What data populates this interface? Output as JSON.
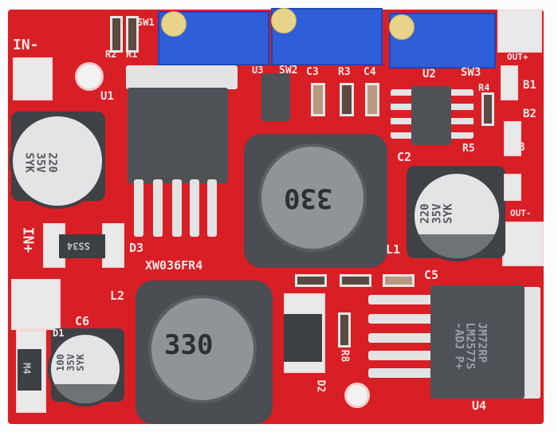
{
  "image": {
    "subject": "DC-DC buck-boost converter PCB module",
    "board_color": "#d81f25",
    "silkscreen_color": "#f6e6e6",
    "background_color": "#fbfbfb"
  },
  "labels": {
    "in_minus": "IN-",
    "in_plus": "IN+",
    "out_plus": "OUT+",
    "out_minus": "OUT-",
    "sw1": "SW1",
    "sw2": "SW2",
    "sw3": "SW3",
    "r1": "R1",
    "r2": "R2",
    "r3": "R3",
    "r4": "R4",
    "r5": "R5",
    "r8": "R8",
    "c2": "C2",
    "c3": "C3",
    "c4": "C4",
    "c5": "C5",
    "c6": "C6",
    "u1": "U1",
    "u2": "U2",
    "u3": "U3",
    "u4": "U4",
    "d1": "D1",
    "d2": "D2",
    "d3": "D3",
    "l1": "L1",
    "l2": "L2",
    "b1": "B1",
    "b2": "B2",
    "b": "B",
    "board_id": "XW036FR4"
  },
  "components": {
    "cap_left": {
      "value": "220",
      "voltage": "35V",
      "brand": "SYK"
    },
    "cap_right": {
      "value": "220",
      "voltage": "35V",
      "brand": "SYK"
    },
    "cap_small": {
      "value": "100",
      "voltage": "35V",
      "brand": "SYK"
    },
    "inductor_l1": {
      "marking": "330"
    },
    "inductor_l2": {
      "marking": "330"
    },
    "diode_d3": {
      "marking": "SS34"
    },
    "diode_d1": {
      "marking": "M4"
    },
    "ic_u4": {
      "line1": "JM72RP",
      "line2": "LM2577S",
      "line3": "-ADJ P+"
    }
  }
}
